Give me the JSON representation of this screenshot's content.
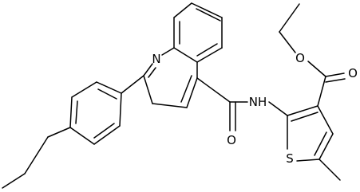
{
  "atoms": {
    "quinoline_n": "N",
    "amide_nh": "NH",
    "amide_o": "O",
    "ester_o_carbonyl": "O",
    "ester_o_ether": "O",
    "thiophene_s": "S"
  }
}
